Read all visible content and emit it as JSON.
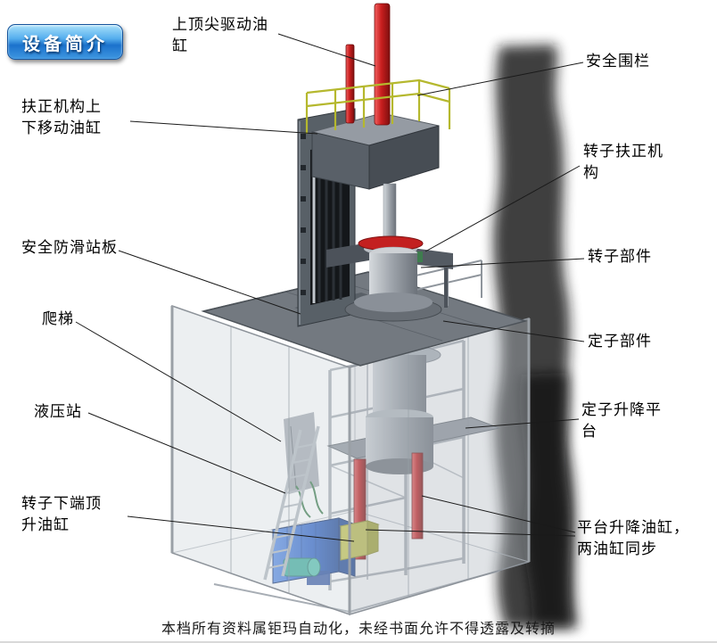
{
  "badge": {
    "label": "设备简介"
  },
  "labels": [
    {
      "name": "top-center-drive-cylinder",
      "text": "上顶尖驱动油\n缸"
    },
    {
      "name": "safety-fence",
      "text": "安全围栏"
    },
    {
      "name": "centering-updown-cylinder",
      "text": "扶正机构上\n下移动油缸"
    },
    {
      "name": "rotor-centering-mechanism",
      "text": "转子扶正机\n构"
    },
    {
      "name": "anti-slip-platform",
      "text": "安全防滑站板"
    },
    {
      "name": "rotor-component",
      "text": "转子部件"
    },
    {
      "name": "ladder",
      "text": "爬梯"
    },
    {
      "name": "stator-component",
      "text": "定子部件"
    },
    {
      "name": "hydraulic-station",
      "text": "液压站"
    },
    {
      "name": "stator-lift-platform",
      "text": "定子升降平\n台"
    },
    {
      "name": "rotor-bottom-jack-cylinder",
      "text": "转子下端顶\n升油缸"
    },
    {
      "name": "platform-lift-cylinders",
      "text": "平台升降油缸，\n两油缸同步"
    }
  ],
  "footer": {
    "text": "本档所有资料属钜玛自动化，未经书面允许不得透露及转摘"
  },
  "colors": {
    "badge_blue": "#1b72cc",
    "cylinder_red": "#c32020",
    "railing_yellow": "#b5b82e",
    "hydraulic_blue": "#2e63c8",
    "hydraulic_yellow": "#c2c24e",
    "motor_teal": "#3fae9e",
    "steel_gray": "#9aa0a7"
  }
}
